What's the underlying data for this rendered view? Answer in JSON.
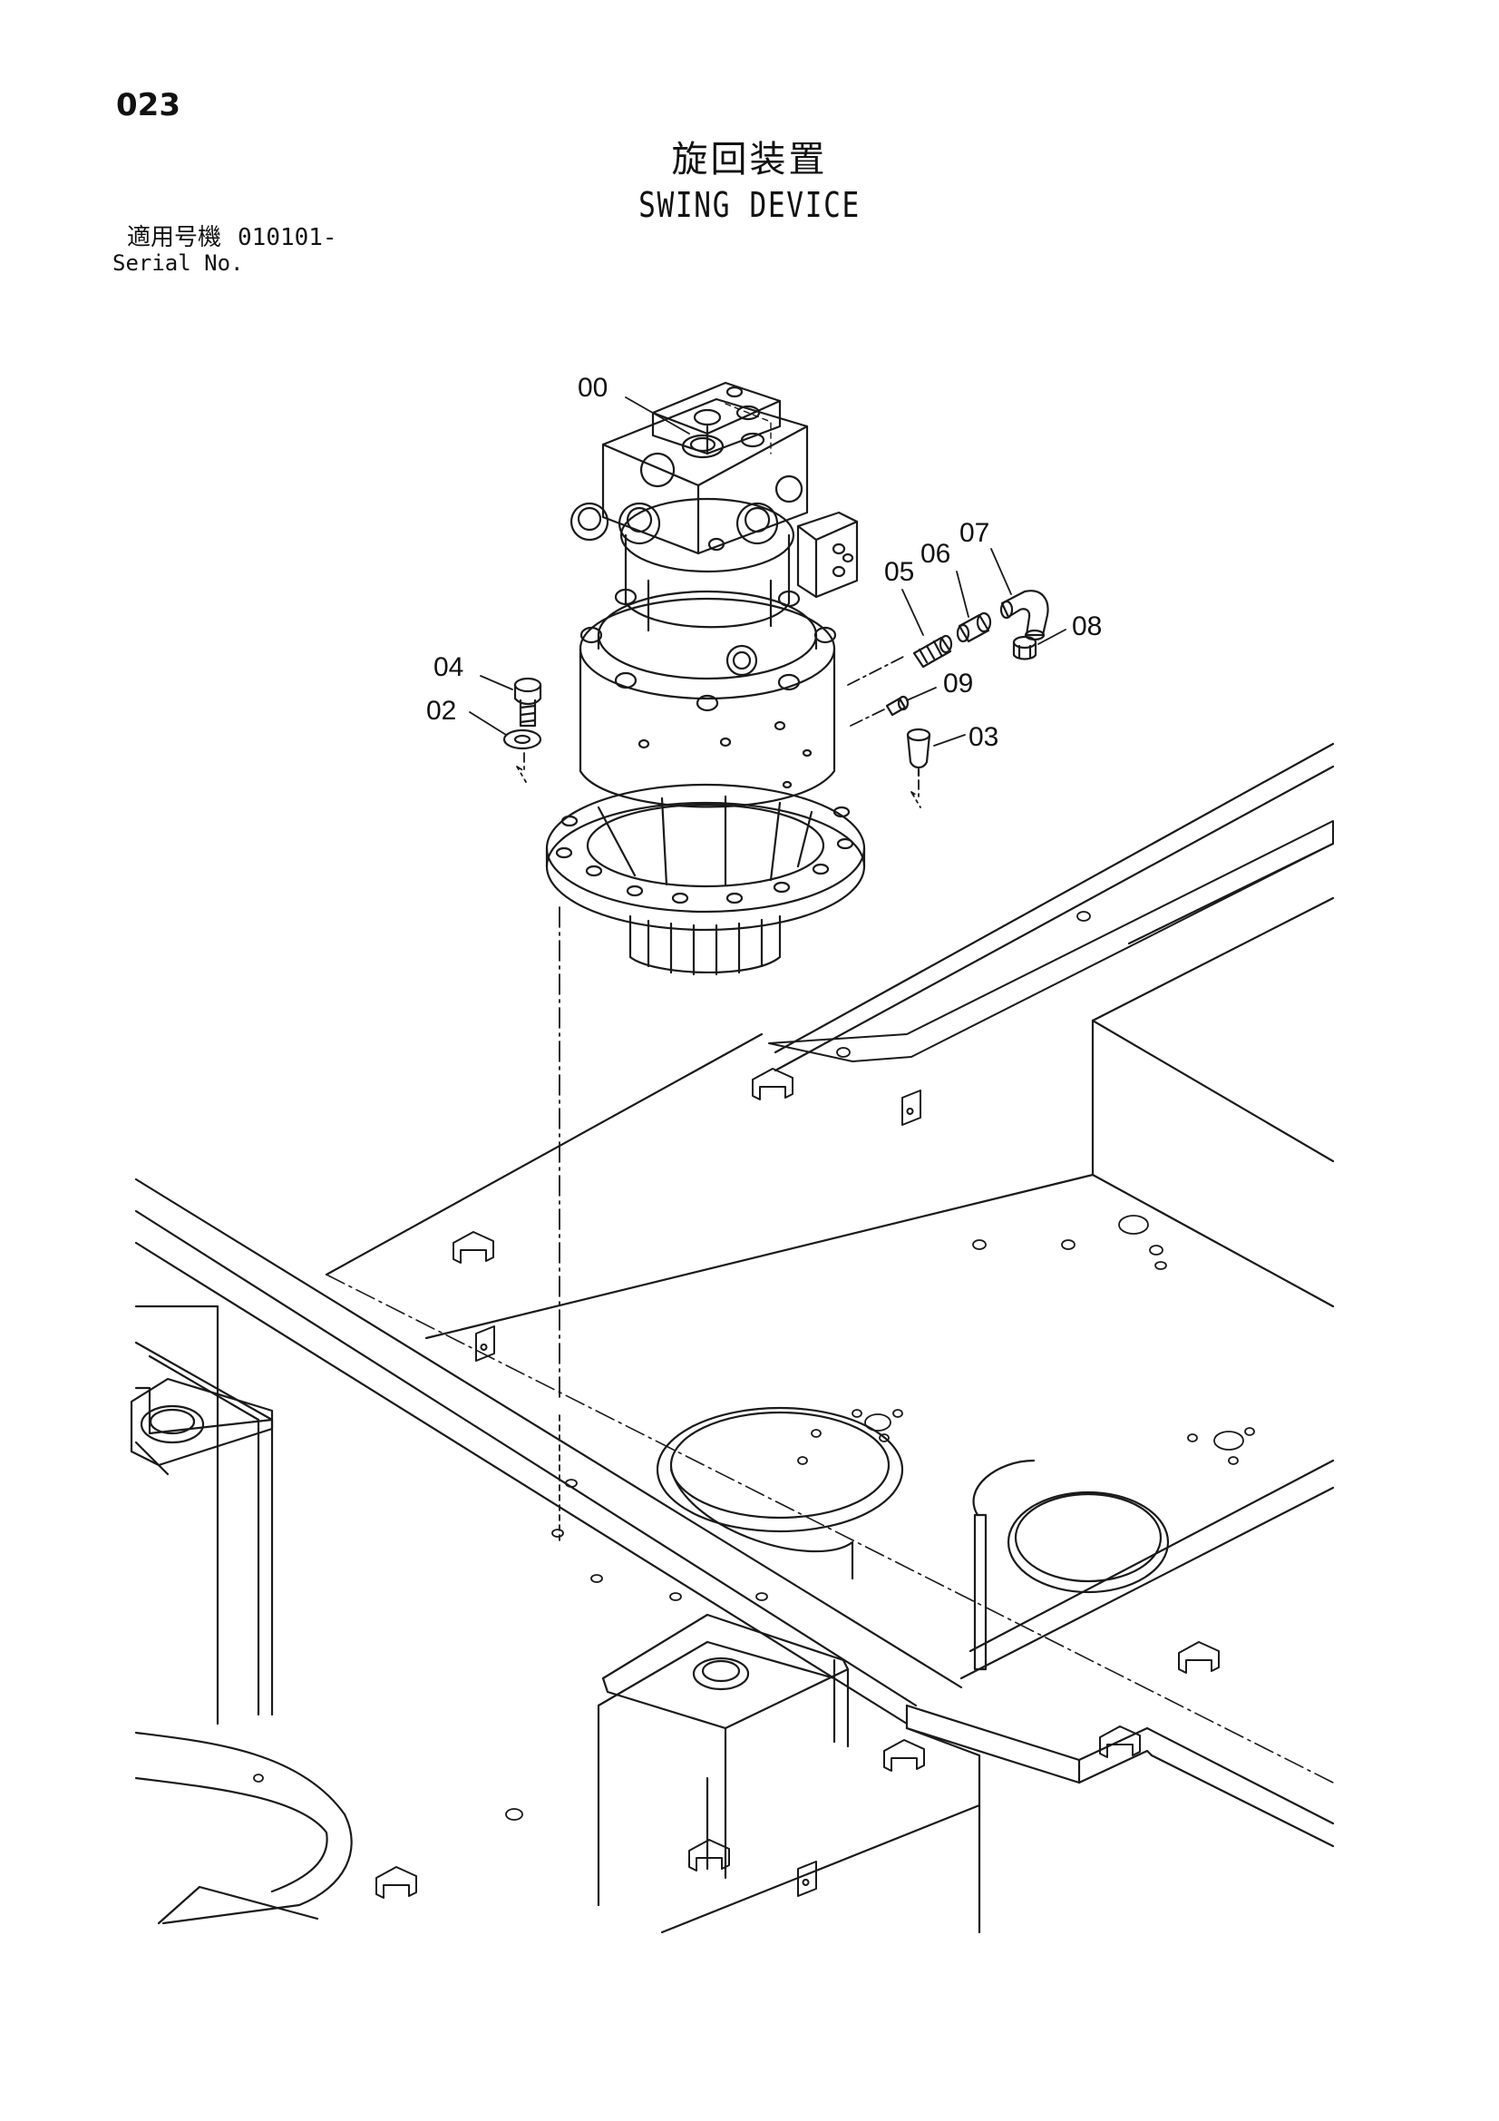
{
  "page_number": "023",
  "title_japanese": "旋回装置",
  "title_english": "SWING DEVICE",
  "serial": {
    "label_japanese": "適用号機",
    "value": "010101-",
    "label_english": "Serial No."
  },
  "callouts": [
    "00",
    "02",
    "03",
    "04",
    "05",
    "06",
    "07",
    "08",
    "09"
  ]
}
